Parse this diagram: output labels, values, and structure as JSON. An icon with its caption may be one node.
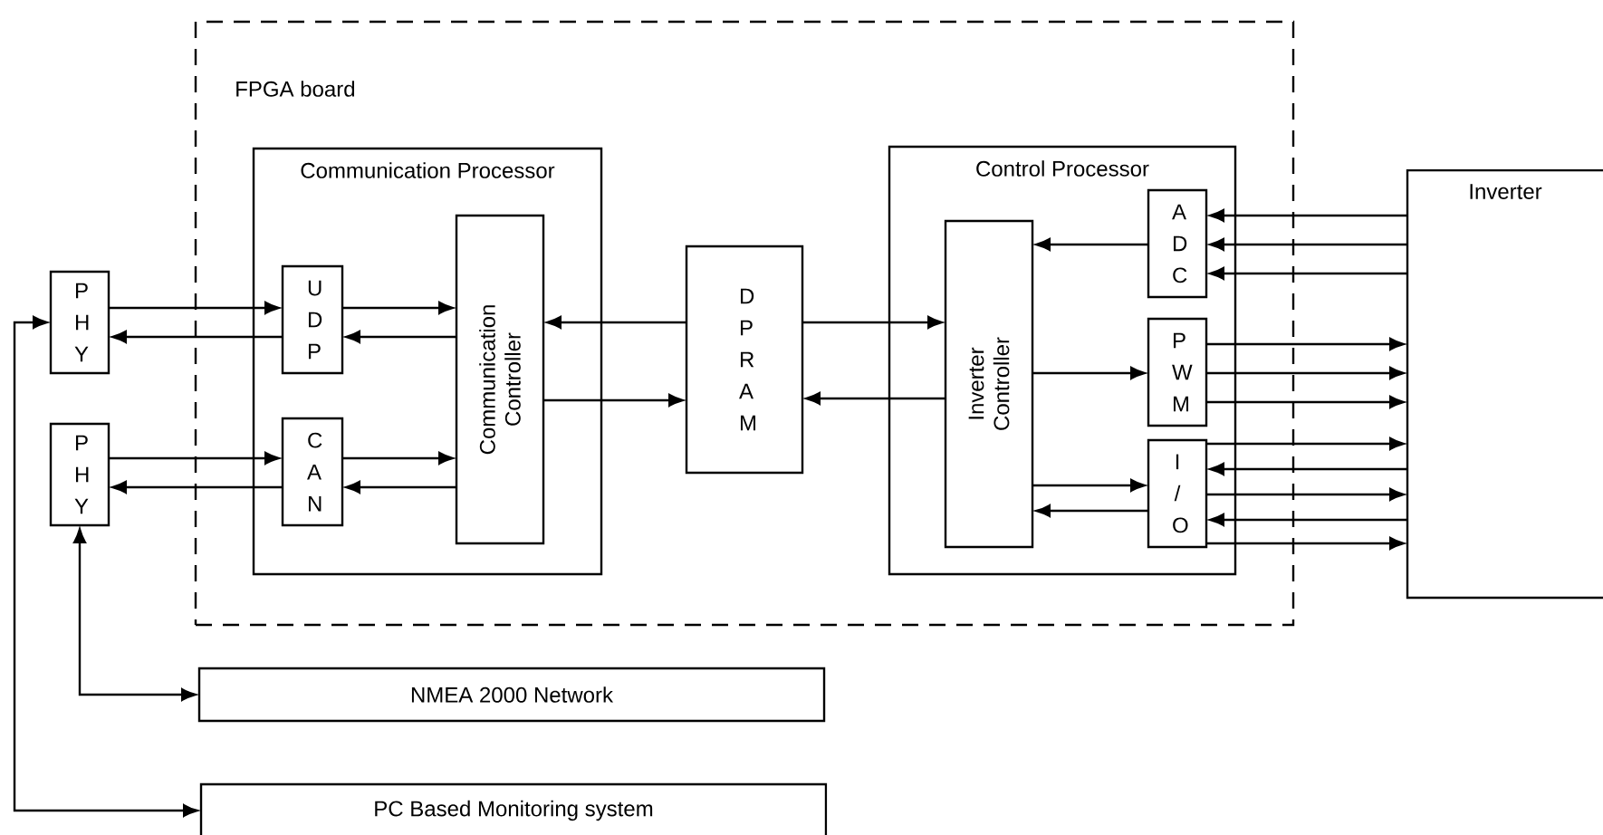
{
  "diagram": {
    "nodes": [
      {
        "text": [
          "FPGA board"
        ]
      },
      {
        "text": [
          "Communication Processor"
        ],
        "in": 0
      },
      {
        "text": [
          "U D P"
        ],
        "in": 1
      },
      {
        "text": [
          "Communication Controller"
        ],
        "in": 1
      },
      {
        "text": [
          "C A N"
        ],
        "in": 1
      },
      {
        "text": [
          "D P R A M"
        ],
        "in": 0
      },
      {
        "text": [
          "Control Processor"
        ],
        "in": 0
      },
      {
        "text": [
          "A D C"
        ],
        "in": 6
      },
      {
        "text": [
          "Inverter Controller"
        ],
        "in": 6
      },
      {
        "text": [
          "P W M"
        ],
        "in": 6
      },
      {
        "text": [
          "I / O"
        ],
        "in": 6
      },
      {
        "text": [
          "P H Y"
        ]
      },
      {
        "text": [
          "P H Y"
        ]
      },
      {
        "text": [
          "Inverter"
        ]
      },
      {
        "text": [
          "NMEA 2000 Network"
        ]
      },
      {
        "text": [
          "PC Based Monitoring system"
        ]
      }
    ],
    "edges": [
      {
        "from": 11,
        "to": 2,
        "arrow": "to"
      },
      {
        "from": 2,
        "to": 11,
        "arrow": "to"
      },
      {
        "from": 2,
        "to": 3,
        "arrow": "to"
      },
      {
        "from": 3,
        "to": 2,
        "arrow": "to"
      },
      {
        "from": 12,
        "to": 4,
        "arrow": "to"
      },
      {
        "from": 4,
        "to": 12,
        "arrow": "to"
      },
      {
        "from": 4,
        "to": 3,
        "arrow": "to"
      },
      {
        "from": 3,
        "to": 4,
        "arrow": "to"
      },
      {
        "from": 5,
        "to": 3,
        "arrow": "to"
      },
      {
        "from": 3,
        "to": 5,
        "arrow": "to"
      },
      {
        "from": 5,
        "to": 8,
        "arrow": "to"
      },
      {
        "from": 8,
        "to": 5,
        "arrow": "to"
      },
      {
        "from": 7,
        "to": 8,
        "arrow": "to"
      },
      {
        "from": 13,
        "to": 7,
        "arrow": "to"
      },
      {
        "from": 13,
        "to": 7,
        "arrow": "to"
      },
      {
        "from": 13,
        "to": 7,
        "arrow": "to"
      },
      {
        "from": 8,
        "to": 9,
        "arrow": "to"
      },
      {
        "from": 9,
        "to": 13,
        "arrow": "to"
      },
      {
        "from": 9,
        "to": 13,
        "arrow": "to"
      },
      {
        "from": 9,
        "to": 13,
        "arrow": "to"
      },
      {
        "from": 8,
        "to": 10,
        "arrow": "to"
      },
      {
        "from": 10,
        "to": 8,
        "arrow": "to"
      },
      {
        "from": 10,
        "to": 13,
        "arrow": "to"
      },
      {
        "from": 13,
        "to": 10,
        "arrow": "to"
      },
      {
        "from": 10,
        "to": 13,
        "arrow": "to"
      },
      {
        "from": 13,
        "to": 10,
        "arrow": "to"
      },
      {
        "from": 10,
        "to": 13,
        "arrow": "to"
      },
      {
        "from": 12,
        "to": 14,
        "arrow": "both"
      },
      {
        "from": 11,
        "to": 15,
        "arrow": "both"
      }
    ]
  }
}
